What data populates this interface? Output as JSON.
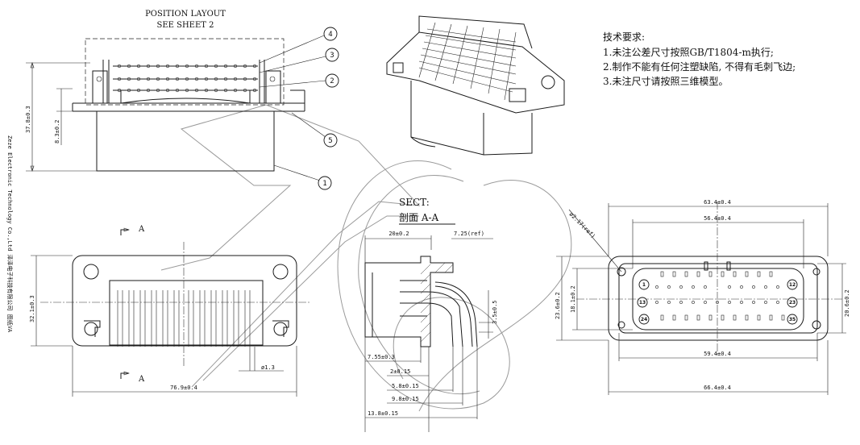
{
  "side_label": "Zeze Electronic Technology Co.,Ltd 泽泽电子科技有限公司 图纸VA",
  "position_layout": {
    "line1": "POSITION LAYOUT",
    "line2": "SEE SHEET 2"
  },
  "balloons": [
    "4",
    "3",
    "2",
    "5",
    "1"
  ],
  "tech_requirements": {
    "title": "技术要求:",
    "items": [
      "1.未注公差尺寸按照GB/T1804-m执行;",
      "2.制作不能有任何注塑缺陷, 不得有毛刺飞边;",
      "3.未注尺寸请按照三维模型。"
    ]
  },
  "section": {
    "title": "SECT:",
    "subtitle": "剖面 A-A"
  },
  "section_mark": "A",
  "dimensions": {
    "front_height": "37.8±0.3",
    "front_flange": "8.3±0.2",
    "plan_height": "32.1±0.3",
    "plan_width": "76.9±0.4",
    "plan_pin": "ø1.3",
    "sect_top": "20±0.2",
    "sect_ref": "7.25(ref)",
    "sect_side": "3.5±0.5",
    "sect_d1": "7.55±0.3",
    "sect_d2": "2±0.15",
    "sect_d3": "5.8±0.15",
    "sect_d4": "9.8±0.15",
    "sect_d5": "13.8±0.15",
    "face_w1": "63.4±0.4",
    "face_w2": "56.4±0.4",
    "face_w3": "59.4±0.4",
    "face_w4": "66.4±0.4",
    "face_h1": "23.6±0.2",
    "face_h2": "18.1±0.2",
    "face_h3": "20.6±0.2",
    "face_hole": "ø2.17(ref)"
  },
  "pins": [
    "1",
    "12",
    "13",
    "23",
    "24",
    "35"
  ]
}
